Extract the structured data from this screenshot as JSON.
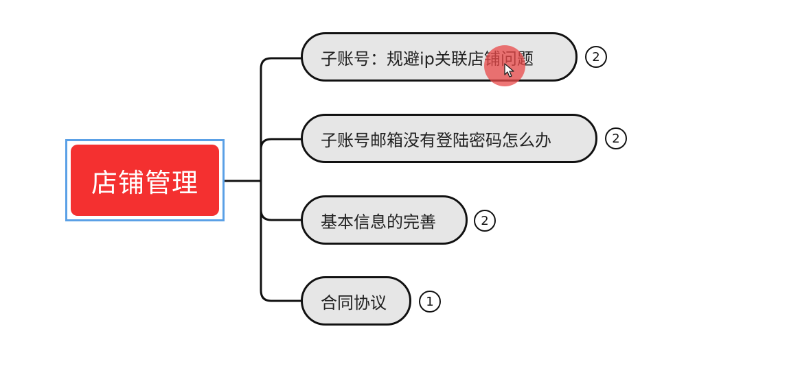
{
  "root": {
    "label": "店铺管理",
    "color": "#f43030",
    "selection_color": "#5aa0e6"
  },
  "topics": [
    {
      "label": "子账号：规避ip关联店铺问题",
      "badge": "2"
    },
    {
      "label": "子账号邮箱没有登陆密码怎么办",
      "badge": "2"
    },
    {
      "label": "基本信息的完善",
      "badge": "2"
    },
    {
      "label": "合同协议",
      "badge": "1"
    }
  ],
  "cursor": {
    "icon": "pointer-cursor-icon",
    "highlight_color": "#e84848"
  }
}
